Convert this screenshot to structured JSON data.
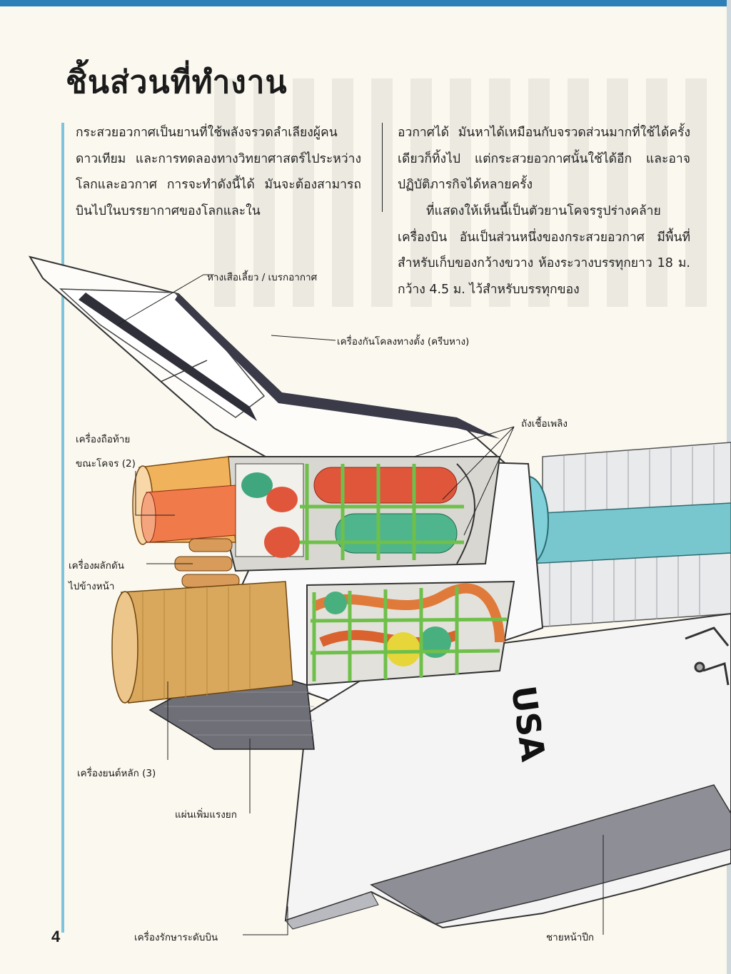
{
  "page": {
    "title": "ชิ้นส่วนที่ทำงาน",
    "page_number": "4",
    "paragraph_left": "กระสวยอวกาศเป็นยานที่ใช้พลังจรวดลำเลียงผู้คน ดาวเทียม และการทดลองทางวิทยาศาสตร์ไประหว่างโลกและอวกาศ การจะทำดังนี้ได้ มันจะต้องสามารถบินไปในบรรยากาศของโลกและใน",
    "paragraph_right": "อวกาศได้ มันหาได้เหมือนกับจรวดส่วนมากที่ใช้ได้ครั้งเดียวก็ทิ้งไป แต่กระสวยอวกาศนั้นใช้ได้อีก และอาจปฏิบัติภารกิจได้หลายครั้ง",
    "paragraph_right_2": "ที่แสดงให้เห็นนี้เป็นตัวยานโคจรรูปร่างคล้ายเครื่องบิน อันเป็นส่วนหนึ่งของกระสวยอวกาศ มีพื้นที่สำหรับเก็บของกว้างขวาง ห้องระวางบรรทุกยาว 18 ม. กว้าง 4.5 ม. ไว้สำหรับบรรทุกของ"
  },
  "labels": {
    "rudder": "หางเสือเลี้ยว / เบรกอากาศ",
    "vertical_stabilizer": "เครื่องกันโคลงทางตั้ง (ครีบหาง)",
    "fuel_tanks": "ถังเชื้อเพลิง",
    "oms_1": "เครื่องถือท้าย",
    "oms_2": "ขณะโคจร (2)",
    "forward_thruster_1": "เครื่องผลักดัน",
    "forward_thruster_2": "ไปข้างหน้า",
    "main_engines": "เครื่องยนต์หลัก (3)",
    "body_flap": "แผ่นเพิ่มแรงยก",
    "elevon": "เครื่องรักษาระดับบิน",
    "wing_leading_edge": "ชายหน้าปีก"
  },
  "artwork": {
    "fuselage_marking": "USA"
  }
}
